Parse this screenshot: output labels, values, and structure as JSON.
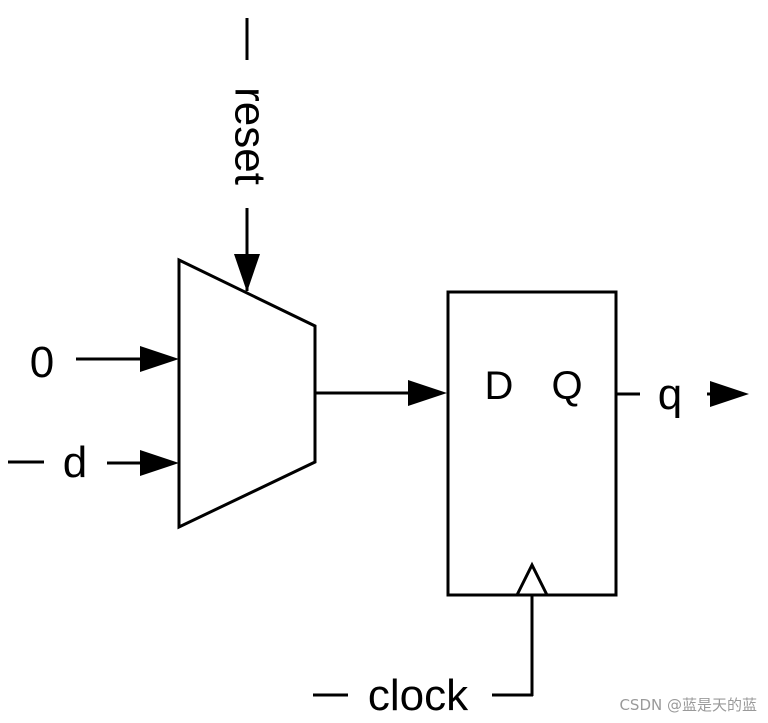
{
  "diagram": {
    "inputs": {
      "zero": "0",
      "d": "d",
      "reset": "reset",
      "clock": "clock"
    },
    "outputs": {
      "q": "q"
    },
    "flipflop": {
      "d_port": "D",
      "q_port": "Q"
    }
  },
  "watermark": "CSDN @蓝是天的蓝",
  "colors": {
    "stroke": "#000000",
    "background": "#ffffff",
    "watermark": "#9a9a9a"
  }
}
